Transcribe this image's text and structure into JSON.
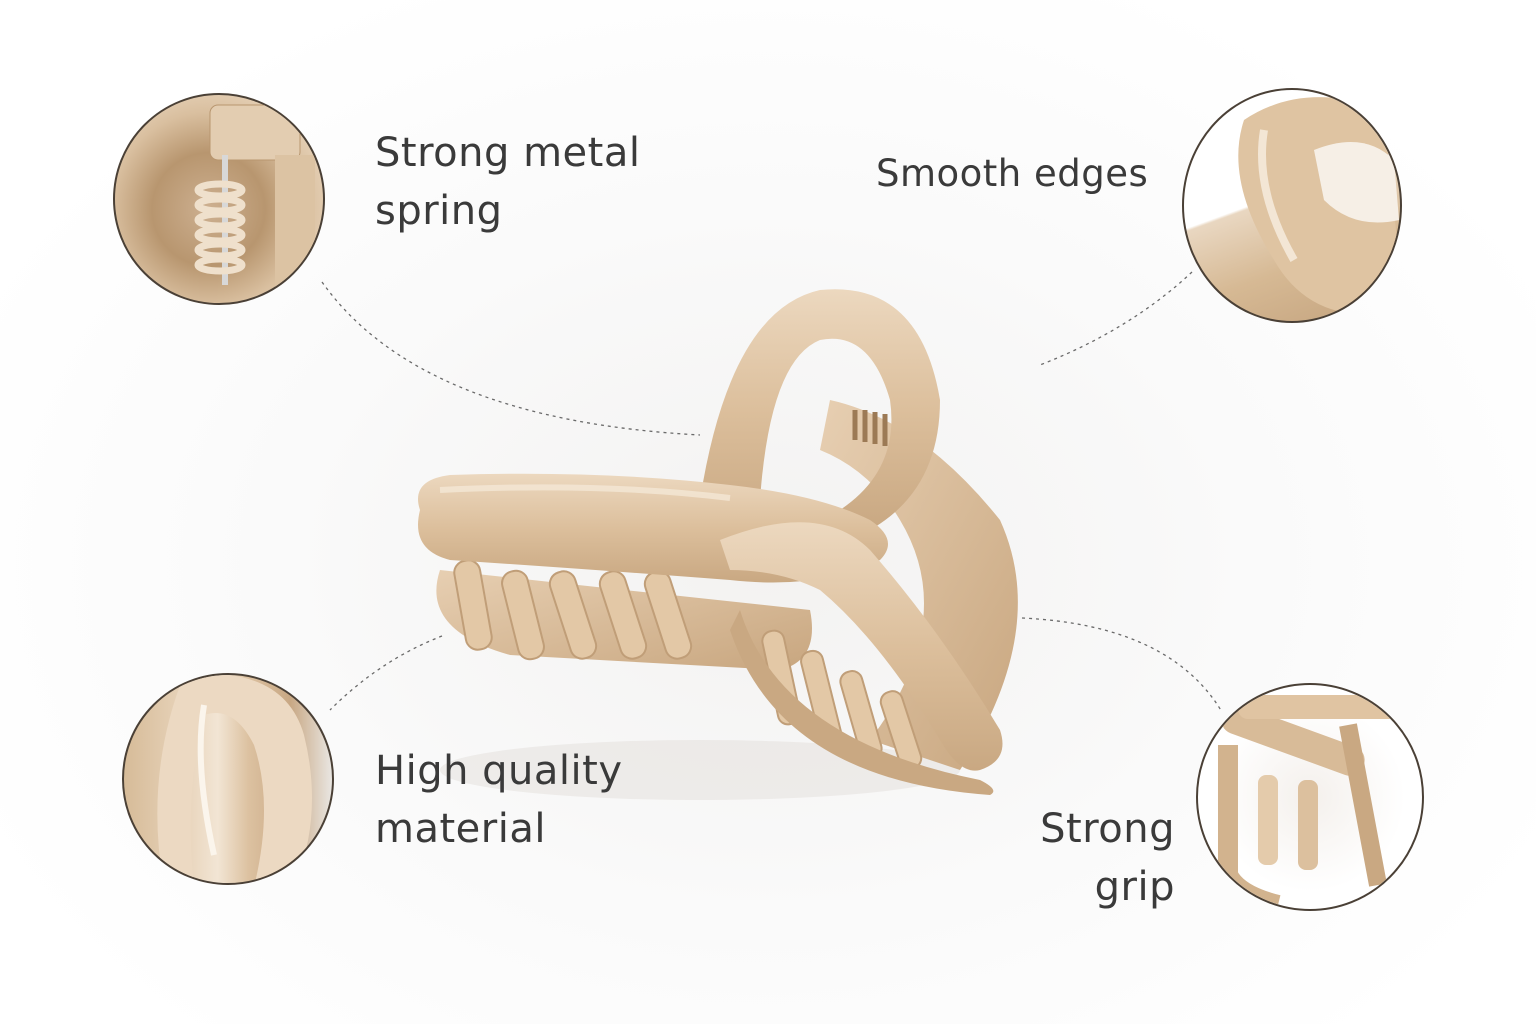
{
  "product": {
    "name": "claw hair clip",
    "color_hex": "#dcbf9c",
    "shadow_hex": "#c4a37e",
    "highlight_hex": "#f1e2cf"
  },
  "callouts": [
    {
      "id": "spring",
      "lines": [
        "Strong metal",
        "spring"
      ],
      "detail": "metal spring close-up"
    },
    {
      "id": "edges",
      "lines": [
        "Smooth edges"
      ],
      "detail": "rounded loop close-up"
    },
    {
      "id": "material",
      "lines": [
        "High quality",
        "material"
      ],
      "detail": "glossy loop close-up"
    },
    {
      "id": "grip",
      "lines": [
        "Strong",
        "grip"
      ],
      "detail": "teeth and hinge close-up"
    }
  ],
  "colors": {
    "text": "#3a3a3a",
    "circle_border": "#4a4036",
    "connector": "#6a6a6a",
    "background": "#ffffff"
  }
}
